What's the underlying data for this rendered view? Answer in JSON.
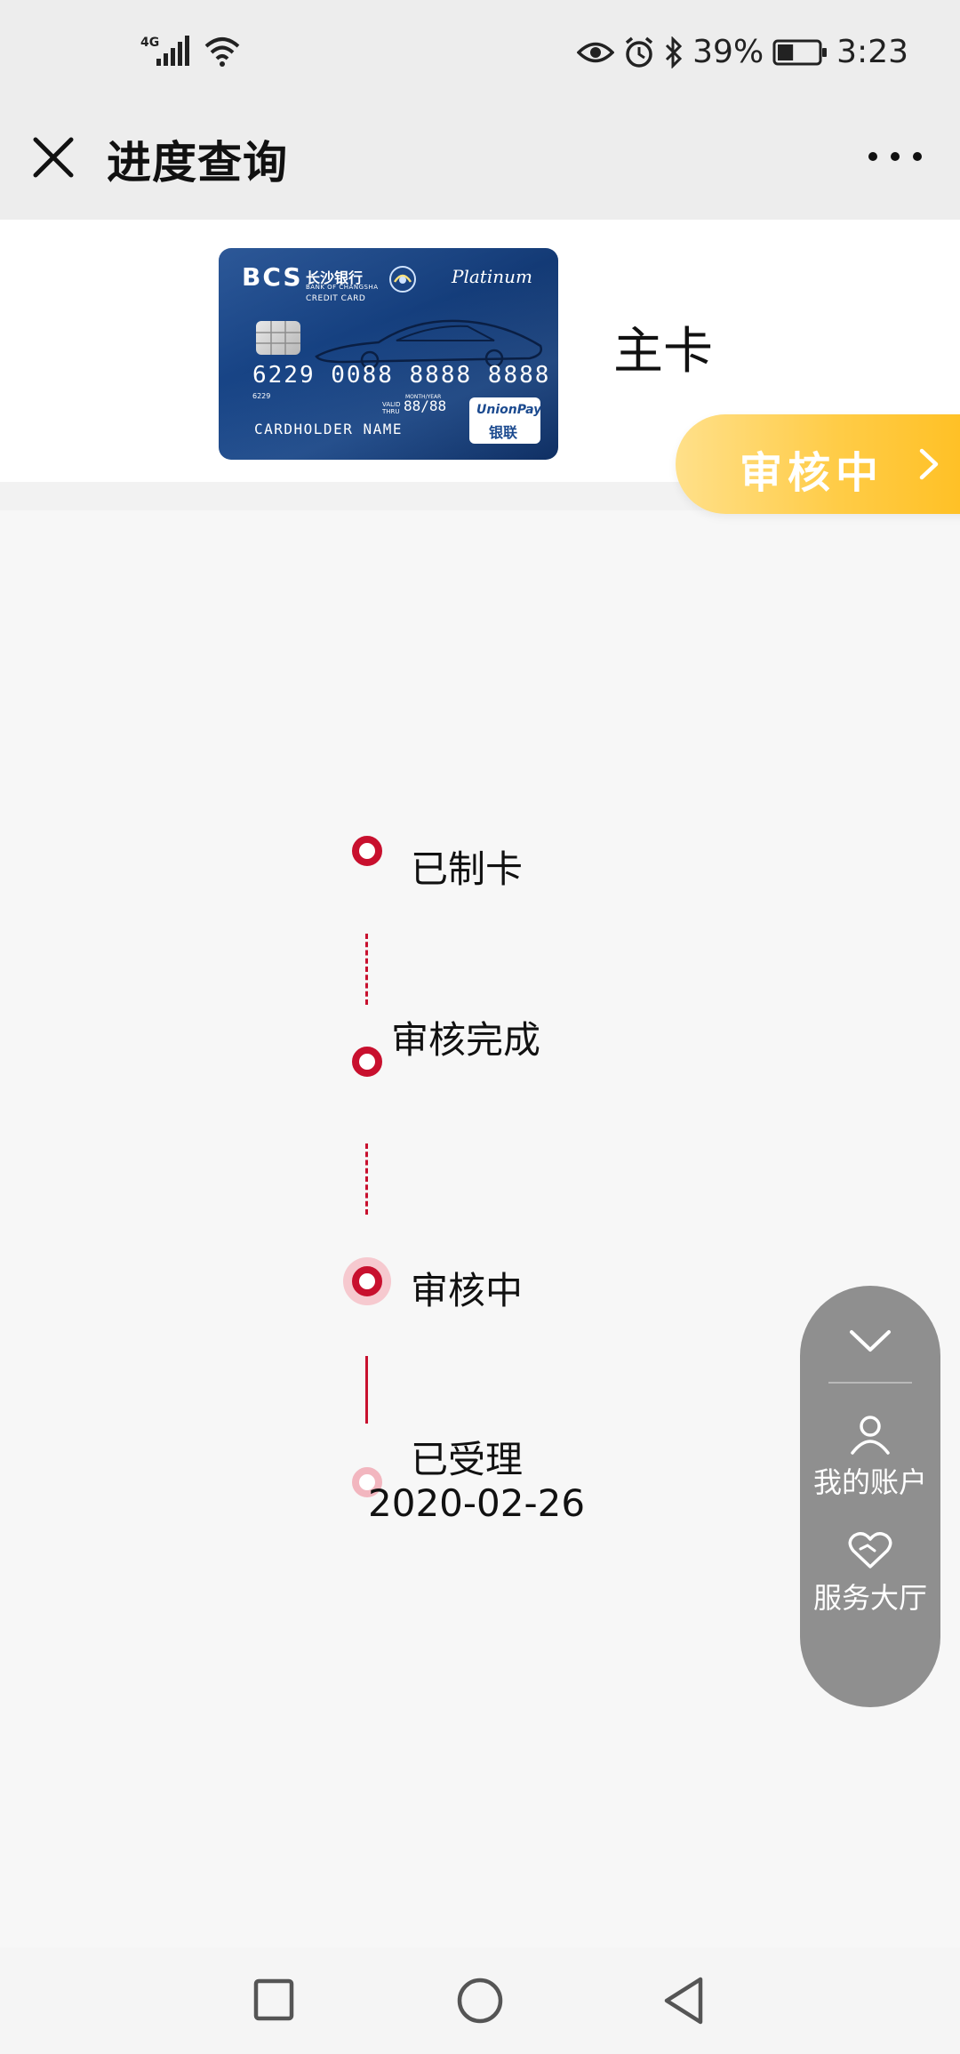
{
  "status_bar": {
    "network": "4G",
    "battery_percent": "39%",
    "time": "3:23",
    "battery_level": 0.39,
    "icons": [
      "signal-icon",
      "wifi-icon",
      "eye-icon",
      "alarm-icon",
      "bluetooth-icon",
      "battery-icon"
    ]
  },
  "header": {
    "title": "进度查询",
    "close_icon": "close-icon",
    "more_icon": "more-icon"
  },
  "card": {
    "bank_logo": "BCS",
    "bank_name_cn": "长沙银行",
    "bank_name_en": "BANK OF CHANGSHA",
    "card_label": "CREDIT CARD",
    "tier": "Platinum",
    "number": "6229 0088 8888 8888",
    "small_number": "6229",
    "valid_label_top": "MONTH/YEAR",
    "valid_label": "VALID THRU",
    "validity": "88/88",
    "holder": "CARDHOLDER NAME",
    "network_brand": "UnionPay",
    "network_brand_cn": "银联",
    "card_type": "主卡",
    "accent_color": "#1b4a8f"
  },
  "application_status": {
    "label": "审核中",
    "arrow_icon": "chevron-right-icon",
    "color": "#ffc83a"
  },
  "timeline": {
    "accent_color": "#c8102e",
    "steps": [
      {
        "label": "已制卡",
        "state": "complete"
      },
      {
        "label": "审核完成",
        "state": "complete"
      },
      {
        "label": "审核中",
        "state": "current"
      },
      {
        "label": "已受理",
        "date": "2020-02-26",
        "state": "faded"
      }
    ]
  },
  "float_menu": {
    "collapse_icon": "chevron-down-icon",
    "items": [
      {
        "label": "我的账户",
        "icon": "user-icon"
      },
      {
        "label": "服务大厅",
        "icon": "heart-service-icon"
      }
    ]
  },
  "nav_bar": {
    "buttons": [
      "recents-square-icon",
      "home-circle-icon",
      "back-triangle-icon"
    ]
  }
}
